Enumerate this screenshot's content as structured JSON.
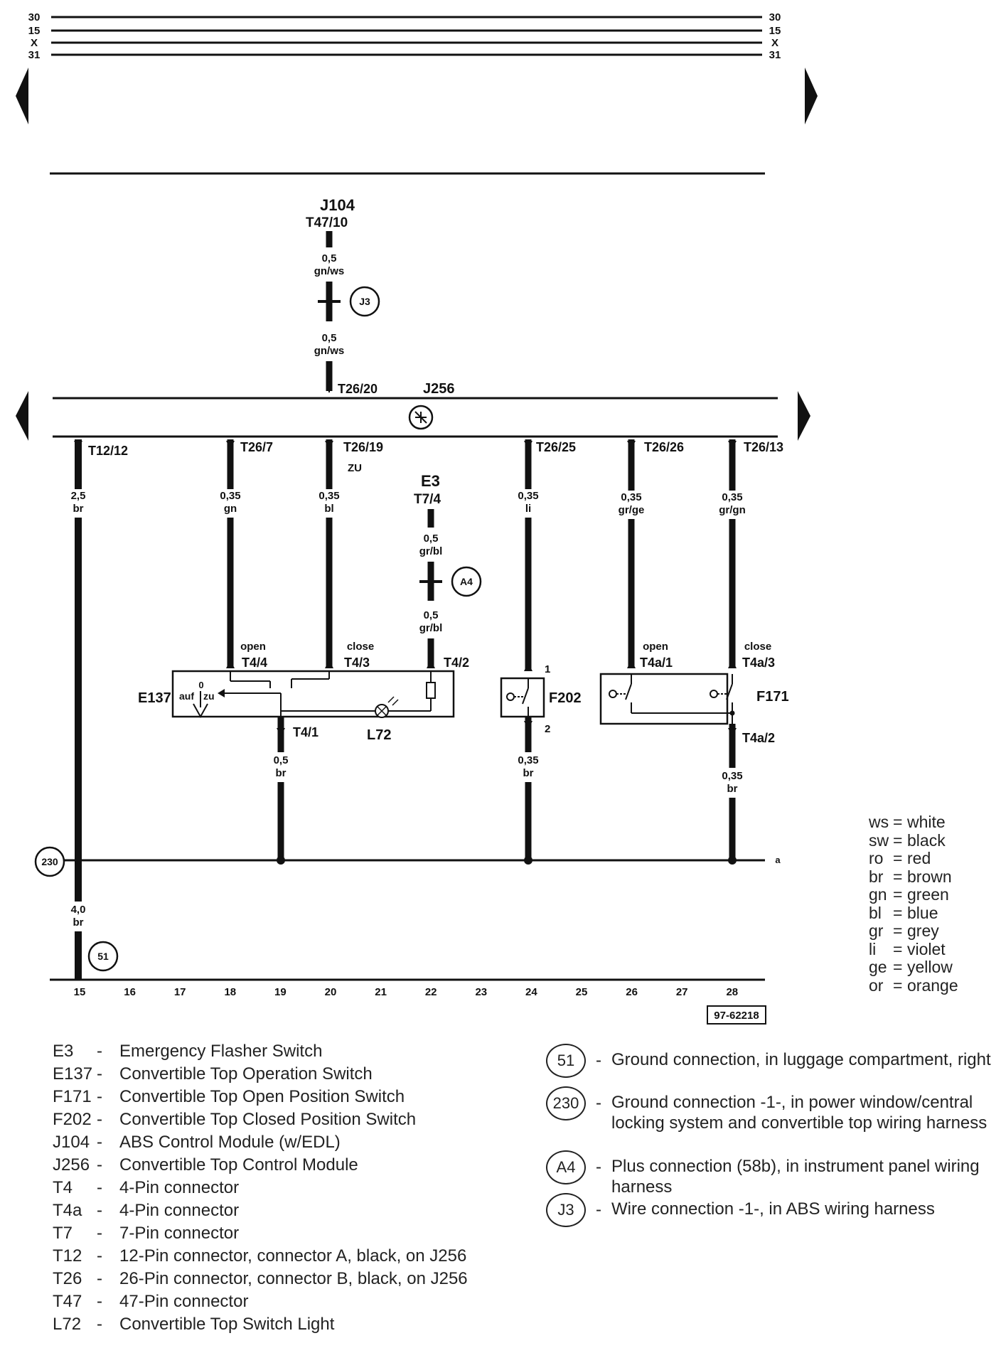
{
  "bus": {
    "left_labels": [
      "30",
      "15",
      "X",
      "31"
    ],
    "right_labels": [
      "30",
      "15",
      "X",
      "31"
    ]
  },
  "components": {
    "j104": {
      "name": "J104",
      "pin": "T47/10"
    },
    "j256": {
      "name": "J256"
    },
    "e3": {
      "name": "E3",
      "pin": "T7/4"
    },
    "e137": {
      "name": "E137",
      "pos_open": "auf",
      "pos_zero": "0",
      "pos_close": "zu"
    },
    "l72": {
      "name": "L72"
    },
    "f202": {
      "name": "F202",
      "pin1": "1",
      "pin2": "2"
    },
    "f171": {
      "name": "F171"
    }
  },
  "wires": {
    "j104_top": {
      "size": "0,5",
      "color": "gn/ws"
    },
    "j104_bottom": {
      "size": "0,5",
      "color": "gn/ws"
    },
    "j104_to_j256_pin": "T26/20",
    "t12_12": {
      "pin": "T12/12",
      "size": "2,5",
      "color": "br"
    },
    "t26_7": {
      "pin": "T26/7",
      "size": "0,35",
      "color": "gn"
    },
    "t26_19": {
      "pin": "T26/19",
      "note": "ZU",
      "size": "0,35",
      "color": "bl"
    },
    "t26_25": {
      "pin": "T26/25",
      "size": "0,35",
      "color": "li"
    },
    "t26_26": {
      "pin": "T26/26",
      "size": "0,35",
      "color": "gr/ge"
    },
    "t26_13": {
      "pin": "T26/13",
      "size": "0,35",
      "color": "gr/gn"
    },
    "e3_top": {
      "size": "0,5",
      "color": "gr/bl"
    },
    "e3_bottom": {
      "size": "0,5",
      "color": "gr/bl"
    },
    "t4_4": {
      "pin": "T4/4",
      "label": "open"
    },
    "t4_3": {
      "pin": "T4/3",
      "label": "close"
    },
    "t4_2": {
      "pin": "T4/2"
    },
    "t4_1": {
      "pin": "T4/1",
      "size": "0,5",
      "color": "br"
    },
    "f202_out": {
      "size": "0,35",
      "color": "br"
    },
    "t4a_1": {
      "pin": "T4a/1",
      "label": "open"
    },
    "t4a_3": {
      "pin": "T4a/3",
      "label": "close"
    },
    "t4a_2": {
      "pin": "T4a/2",
      "size": "0,35",
      "color": "br"
    },
    "ground_main": {
      "size": "4,0",
      "color": "br"
    }
  },
  "markers": {
    "j3": "J3",
    "a4": "A4",
    "g230": "230",
    "g51": "51",
    "line_a": "a"
  },
  "tracks": [
    "15",
    "16",
    "17",
    "18",
    "19",
    "20",
    "21",
    "22",
    "23",
    "24",
    "25",
    "26",
    "27",
    "28"
  ],
  "diagram_id": "97-62218",
  "color_codes": [
    {
      "abbr": "ws",
      "name": "white"
    },
    {
      "abbr": "sw",
      "name": "black"
    },
    {
      "abbr": "ro",
      "name": "red"
    },
    {
      "abbr": "br",
      "name": "brown"
    },
    {
      "abbr": "gn",
      "name": "green"
    },
    {
      "abbr": "bl",
      "name": "blue"
    },
    {
      "abbr": "gr",
      "name": "grey"
    },
    {
      "abbr": "li",
      "name": "violet"
    },
    {
      "abbr": "ge",
      "name": "yellow"
    },
    {
      "abbr": "or",
      "name": "orange"
    }
  ],
  "legend": [
    {
      "code": "E3",
      "desc": "Emergency Flasher Switch"
    },
    {
      "code": "E137",
      "desc": "Convertible Top Operation Switch"
    },
    {
      "code": "F171",
      "desc": "Convertible Top Open Position Switch"
    },
    {
      "code": "F202",
      "desc": "Convertible Top Closed Position Switch"
    },
    {
      "code": "J104",
      "desc": "ABS Control Module (w/EDL)"
    },
    {
      "code": "J256",
      "desc": "Convertible Top Control Module"
    },
    {
      "code": "T4",
      "desc": "4-Pin connector"
    },
    {
      "code": "T4a",
      "desc": "4-Pin connector"
    },
    {
      "code": "T7",
      "desc": "7-Pin connector"
    },
    {
      "code": "T12",
      "desc": "12-Pin connector, connector A, black, on J256"
    },
    {
      "code": "T26",
      "desc": "26-Pin connector, connector B, black, on J256"
    },
    {
      "code": "T47",
      "desc": "47-Pin connector"
    },
    {
      "code": "L72",
      "desc": "Convertible Top Switch Light"
    }
  ],
  "ground_legend": [
    {
      "badge": "51",
      "desc": "Ground connection, in luggage compartment, right"
    },
    {
      "badge": "230",
      "desc": "Ground connection -1-, in power window/central locking system and convertible top wiring harness"
    },
    {
      "badge": "A4",
      "desc": "Plus connection (58b), in instrument panel wiring harness"
    },
    {
      "badge": "J3",
      "desc": "Wire connection -1-, in ABS wiring harness"
    }
  ]
}
